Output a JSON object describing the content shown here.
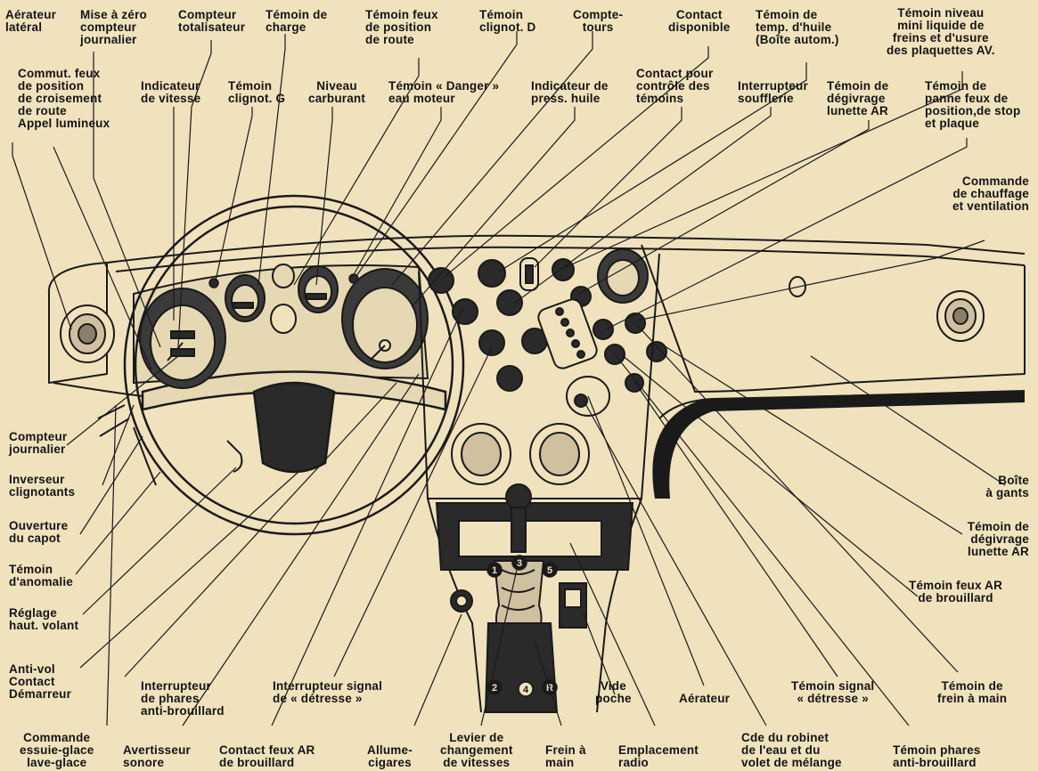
{
  "diagram": {
    "labels": {
      "aerateur_lateral": "Aérateur\nlatéral",
      "mise_a_zero": "Mise à zéro\ncompteur\njournalier",
      "compteur_totalisateur": "Compteur\ntotalisateur",
      "temoin_charge": "Témoin de\ncharge",
      "temoin_feux_position": "Témoin feux\nde position\nde route",
      "temoin_clignot_d": "Témoin\nclignot. D",
      "compte_tours": "Compte-\ntours",
      "contact_disponible": "Contact\ndisponible",
      "temoin_temp_huile": "Témoin de\ntemp. d'huile\n(Boîte autom.)",
      "temoin_niveau_freins": "Témoin niveau\nmini liquide de\nfreins et d'usure\ndes plaquettes AV.",
      "commut_feux": "Commut. feux\nde position\nde croisement\nde route\nAppel lumineux",
      "indicateur_vitesse": "Indicateur\nde vitesse",
      "temoin_clignot_g": "Témoin\nclignot. G",
      "niveau_carburant": "Niveau\ncarburant",
      "temoin_danger": "Témoin « Danger »\neau moteur",
      "indicateur_pression": "Indicateur de\npress. huile",
      "contact_controle": "Contact pour\ncontrôle des\ntémoins",
      "interrupteur_soufflerie": "Interrupteur\nsoufflerie",
      "temoin_degivrage_top": "Témoin de\ndégivrage\nlunette AR",
      "temoin_panne_feux": "Témoin de\npanne feux de\nposition,de stop\net plaque",
      "commande_chauffage": "Commande\nde chauffage\net ventilation",
      "compteur_journalier": "Compteur\njournalier",
      "inverseur_clignotants": "Inverseur\nclignotants",
      "ouverture_capot": "Ouverture\ndu capot",
      "temoin_anomalie": "Témoin\nd'anomalie",
      "reglage_volant": "Réglage\nhaut. volant",
      "antivol": "Anti-vol\nContact\nDémarreur",
      "boite_gants": "Boîte\nà gants",
      "temoin_degivrage_right": "Témoin de\ndégivrage\nlunette AR",
      "temoin_feux_ar_brouillard": "Témoin feux AR\nde brouillard",
      "interrupteur_phares": "Interrupteur\nde phares\nanti-brouillard",
      "interrupteur_detresse": "Interrupteur signal\nde « détresse »",
      "vide_poche": "Vide\npoche",
      "aerateur": "Aérateur",
      "temoin_signal_detresse": "Témoin signal\n« détresse »",
      "temoin_frein_main": "Témoin de\nfrein à main",
      "commande_essuie_glace": "Commande\nessuie-glace\nlave-glace",
      "avertisseur_sonore": "Avertisseur\nsonore",
      "contact_feux_ar": "Contact feux AR\nde brouillard",
      "allume_cigares": "Allume-\ncigares",
      "levier_vitesses": "Levier de\nchangement\nde vitesses",
      "frein_main": "Frein à\nmain",
      "emplacement_radio": "Emplacement\nradio",
      "cde_robinet": "Cde du robinet\nde l'eau et du\nvolet de mélange",
      "temoin_phares_antibrouillard": "Témoin phares\nanti-brouillard"
    },
    "gear_positions": [
      "1",
      "3",
      "5",
      "2",
      "4",
      "R"
    ],
    "colors": {
      "paper": "#efe2bd",
      "ink": "#1a1a1a",
      "dark_panel": "#2a2a2a"
    }
  }
}
